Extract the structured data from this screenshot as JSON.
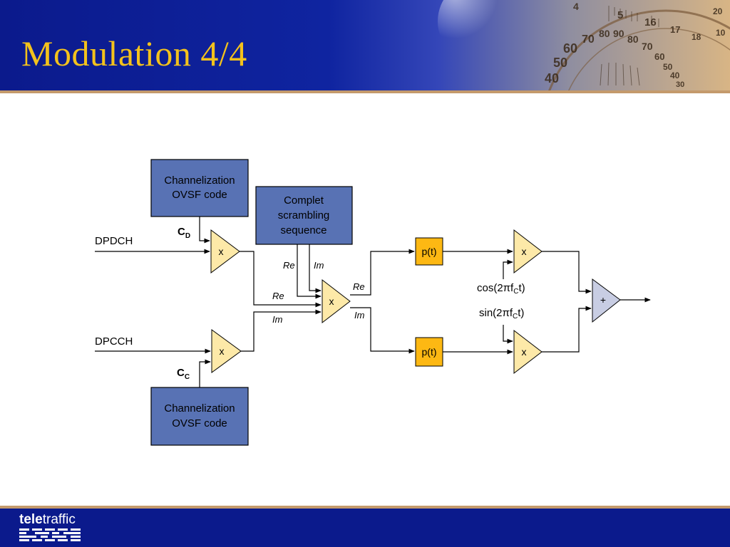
{
  "slide": {
    "title": "Modulation 4/4"
  },
  "header_decoration": {
    "dial_numbers": [
      "4",
      "5",
      "16",
      "17",
      "18",
      "60",
      "70",
      "80",
      "90",
      "80",
      "70",
      "60",
      "50",
      "40",
      "50",
      "40",
      "30",
      "20",
      "10"
    ]
  },
  "footer": {
    "logo_bold": "tele",
    "logo_rest": "traffic"
  },
  "diagram": {
    "blocks": {
      "ovsf_top_line1": "Channelization",
      "ovsf_top_line2": "OVSF code",
      "ovsf_bottom_line1": "Channelization",
      "ovsf_bottom_line2": "OVSF code",
      "scrambling_line1": "Complet",
      "scrambling_line2": "scrambling",
      "scrambling_line3": "sequence",
      "pulse_top": "p(t)",
      "pulse_bottom": "p(t)"
    },
    "operators": {
      "mult": "x",
      "add": "+"
    },
    "inputs": {
      "dpdch": "DPDCH",
      "dpcch": "DPCCH"
    },
    "codes": {
      "cd_main": "C",
      "cd_sub": "D",
      "cc_main": "C",
      "cc_sub": "C"
    },
    "labels": {
      "re": "Re",
      "im": "Im"
    },
    "carriers": {
      "cos_prefix": "cos(2πf",
      "cos_sub": "C",
      "cos_suffix": "t)",
      "sin_prefix": "sin(2πf",
      "sin_sub": "C",
      "sin_suffix": "t)"
    }
  },
  "colors": {
    "header_blue": "#0b1a8c",
    "title_gold": "#f3c21c",
    "block_blue": "#5872b4",
    "multiplier_fill": "#fde9a8",
    "pulse_orange": "#fdb813",
    "adder_fill": "#c8cde3",
    "rule_tan": "#c49a6c"
  }
}
